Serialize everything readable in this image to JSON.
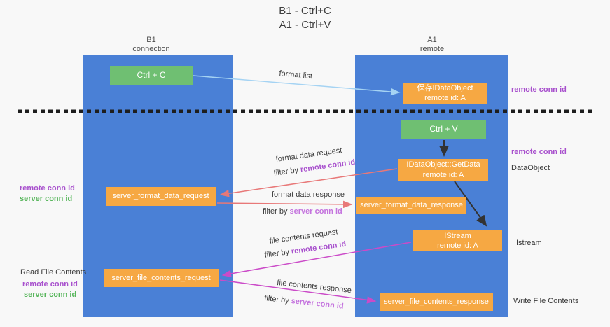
{
  "title": {
    "line1": "B1 - Ctrl+C",
    "line2": "A1 - Ctrl+V"
  },
  "lanes": {
    "left": {
      "title": "B1",
      "subtitle": "connection"
    },
    "right": {
      "title": "A1",
      "subtitle": "remote"
    }
  },
  "nodes": {
    "ctrl_c": {
      "label": "Ctrl + C"
    },
    "ctrl_v": {
      "label": "Ctrl + V"
    },
    "save_dataobject": {
      "line1": "保存IDataObject",
      "line2": "remote id: A"
    },
    "getdata": {
      "line1": "IDataObject::GetData",
      "line2": "remote id: A"
    },
    "istream": {
      "line1": "IStream",
      "line2": "remote id: A"
    },
    "format_request": {
      "label": "server_format_data_request"
    },
    "format_response": {
      "label": "server_format_data_response"
    },
    "file_request": {
      "label": "server_file_contents_request"
    },
    "file_response": {
      "label": "server_file_contents_response"
    }
  },
  "arrow_labels": {
    "format_list": "format list",
    "format_data_request": "format data request",
    "format_data_response": "format data response",
    "file_contents_request": "file contents request",
    "file_contents_response": "file contents response",
    "filter_by": "filter by",
    "remote_conn_id": "remote conn id",
    "server_conn_id": "server conn id"
  },
  "side_labels": {
    "right_remote_conn_id_1": "remote conn id",
    "right_remote_conn_id_2": "remote conn id",
    "dataobject": "DataObject",
    "istream": "Istream",
    "write_file_contents": "Write File Contents",
    "left_remote_conn_id_1": "remote conn id",
    "left_server_conn_id_1": "server conn id",
    "read_file_contents": "Read File Contents",
    "left_remote_conn_id_2": "remote conn id",
    "left_server_conn_id_2": "server conn id"
  },
  "colors": {
    "lane_blue": "#4a80d6",
    "node_orange": "#f6a843",
    "node_green": "#6fbf72",
    "arrow_red": "#e87878",
    "arrow_magenta": "#cb4bc8",
    "arrow_light_blue": "#a5d3f3",
    "arrow_black": "#333333",
    "purple_text": "#a850cd",
    "light_purple_text": "#c473de",
    "green_text": "#58b65c",
    "background": "#f8f8f8"
  }
}
